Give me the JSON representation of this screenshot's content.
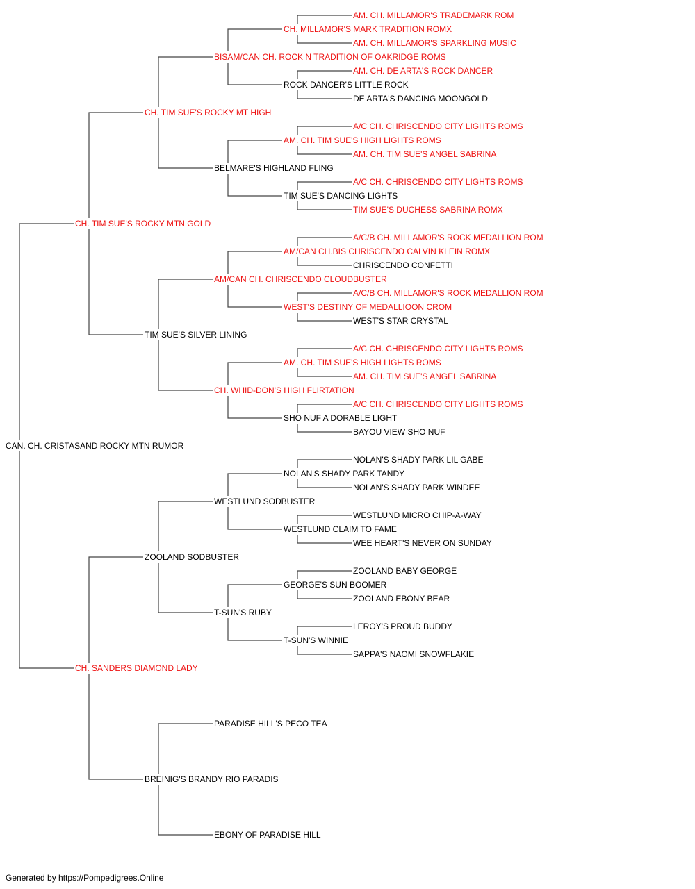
{
  "colors": {
    "champion": "#ee1111",
    "normal": "#000000",
    "line": "#444444"
  },
  "pedigree": {
    "name": "CAN. CH. CRISTASAND ROCKY MTN RUMOR",
    "champion": false,
    "sire": {
      "name": "CH. TIM SUE'S ROCKY MTN GOLD",
      "champion": true,
      "sire": {
        "name": "CH. TIM SUE'S ROCKY MT HIGH",
        "champion": true,
        "sire": {
          "name": "BISAM/CAN CH. ROCK N TRADITION OF OAKRIDGE ROMS",
          "champion": true,
          "sire": {
            "name": "CH. MILLAMOR'S MARK TRADITION ROMX",
            "champion": true,
            "sire": {
              "name": "AM. CH. MILLAMOR'S TRADEMARK ROM",
              "champion": true
            },
            "dam": {
              "name": "AM. CH. MILLAMOR'S SPARKLING MUSIC",
              "champion": true
            }
          },
          "dam": {
            "name": "ROCK DANCER'S LITTLE ROCK",
            "champion": false,
            "sire": {
              "name": "AM. CH. DE ARTA'S ROCK DANCER",
              "champion": true
            },
            "dam": {
              "name": "DE ARTA'S DANCING MOONGOLD",
              "champion": false
            }
          }
        },
        "dam": {
          "name": "BELMARE'S HIGHLAND FLING",
          "champion": false,
          "sire": {
            "name": "AM. CH. TIM SUE'S HIGH LIGHTS ROMS",
            "champion": true,
            "sire": {
              "name": "A/C CH. CHRISCENDO CITY LIGHTS ROMS",
              "champion": true
            },
            "dam": {
              "name": "AM. CH. TIM SUE'S ANGEL SABRINA",
              "champion": true
            }
          },
          "dam": {
            "name": "TIM SUE'S DANCING LIGHTS",
            "champion": false,
            "sire": {
              "name": "A/C CH. CHRISCENDO CITY LIGHTS ROMS",
              "champion": true
            },
            "dam": {
              "name": "TIM SUE'S DUCHESS SABRINA ROMX",
              "champion": true
            }
          }
        }
      },
      "dam": {
        "name": "TIM SUE'S SILVER LINING",
        "champion": false,
        "sire": {
          "name": "AM/CAN CH. CHRISCENDO CLOUDBUSTER",
          "champion": true,
          "sire": {
            "name": "AM/CAN CH.BIS CHRISCENDO CALVIN KLEIN ROMX",
            "champion": true,
            "sire": {
              "name": "A/C/B CH. MILLAMOR'S ROCK MEDALLION ROM",
              "champion": true
            },
            "dam": {
              "name": "CHRISCENDO CONFETTI",
              "champion": false
            }
          },
          "dam": {
            "name": "WEST'S DESTINY OF MEDALLIOON CROM",
            "champion": true,
            "sire": {
              "name": "A/C/B CH. MILLAMOR'S ROCK MEDALLION ROM",
              "champion": true
            },
            "dam": {
              "name": "WEST'S STAR CRYSTAL",
              "champion": false
            }
          }
        },
        "dam": {
          "name": "CH. WHID-DON'S HIGH FLIRTATION",
          "champion": true,
          "sire": {
            "name": "AM. CH. TIM SUE'S HIGH LIGHTS ROMS",
            "champion": true,
            "sire": {
              "name": "A/C CH. CHRISCENDO CITY LIGHTS ROMS",
              "champion": true
            },
            "dam": {
              "name": "AM. CH. TIM SUE'S ANGEL SABRINA",
              "champion": true
            }
          },
          "dam": {
            "name": "SHO NUF A DORABLE LIGHT",
            "champion": false,
            "sire": {
              "name": "A/C CH. CHRISCENDO CITY LIGHTS ROMS",
              "champion": true
            },
            "dam": {
              "name": "BAYOU VIEW SHO NUF",
              "champion": false
            }
          }
        }
      }
    },
    "dam": {
      "name": "CH. SANDERS DIAMOND LADY",
      "champion": true,
      "sire": {
        "name": "ZOOLAND SODBUSTER",
        "champion": false,
        "sire": {
          "name": "WESTLUND SODBUSTER",
          "champion": false,
          "sire": {
            "name": "NOLAN'S SHADY PARK TANDY",
            "champion": false,
            "sire": {
              "name": "NOLAN'S SHADY PARK LIL GABE",
              "champion": false
            },
            "dam": {
              "name": "NOLAN'S SHADY PARK WINDEE",
              "champion": false
            }
          },
          "dam": {
            "name": "WESTLUND CLAIM TO FAME",
            "champion": false,
            "sire": {
              "name": "WESTLUND MICRO CHIP-A-WAY",
              "champion": false
            },
            "dam": {
              "name": "WEE HEART'S NEVER ON SUNDAY",
              "champion": false
            }
          }
        },
        "dam": {
          "name": "T-SUN'S RUBY",
          "champion": false,
          "sire": {
            "name": "GEORGE'S SUN BOOMER",
            "champion": false,
            "sire": {
              "name": "ZOOLAND BABY GEORGE",
              "champion": false
            },
            "dam": {
              "name": "ZOOLAND EBONY BEAR",
              "champion": false
            }
          },
          "dam": {
            "name": "T-SUN'S WINNIE",
            "champion": false,
            "sire": {
              "name": "LEROY'S PROUD BUDDY",
              "champion": false
            },
            "dam": {
              "name": "SAPPA'S NAOMI SNOWFLAKIE",
              "champion": false
            }
          }
        }
      },
      "dam": {
        "name": "BREINIG'S BRANDY RIO PARADIS",
        "champion": false,
        "sire": {
          "name": "PARADISE HILL'S PECO TEA",
          "champion": false
        },
        "dam": {
          "name": "EBONY OF PARADISE HILL",
          "champion": false
        }
      }
    }
  },
  "footer": {
    "text": "Generated by https://Pompedigrees.Online"
  }
}
